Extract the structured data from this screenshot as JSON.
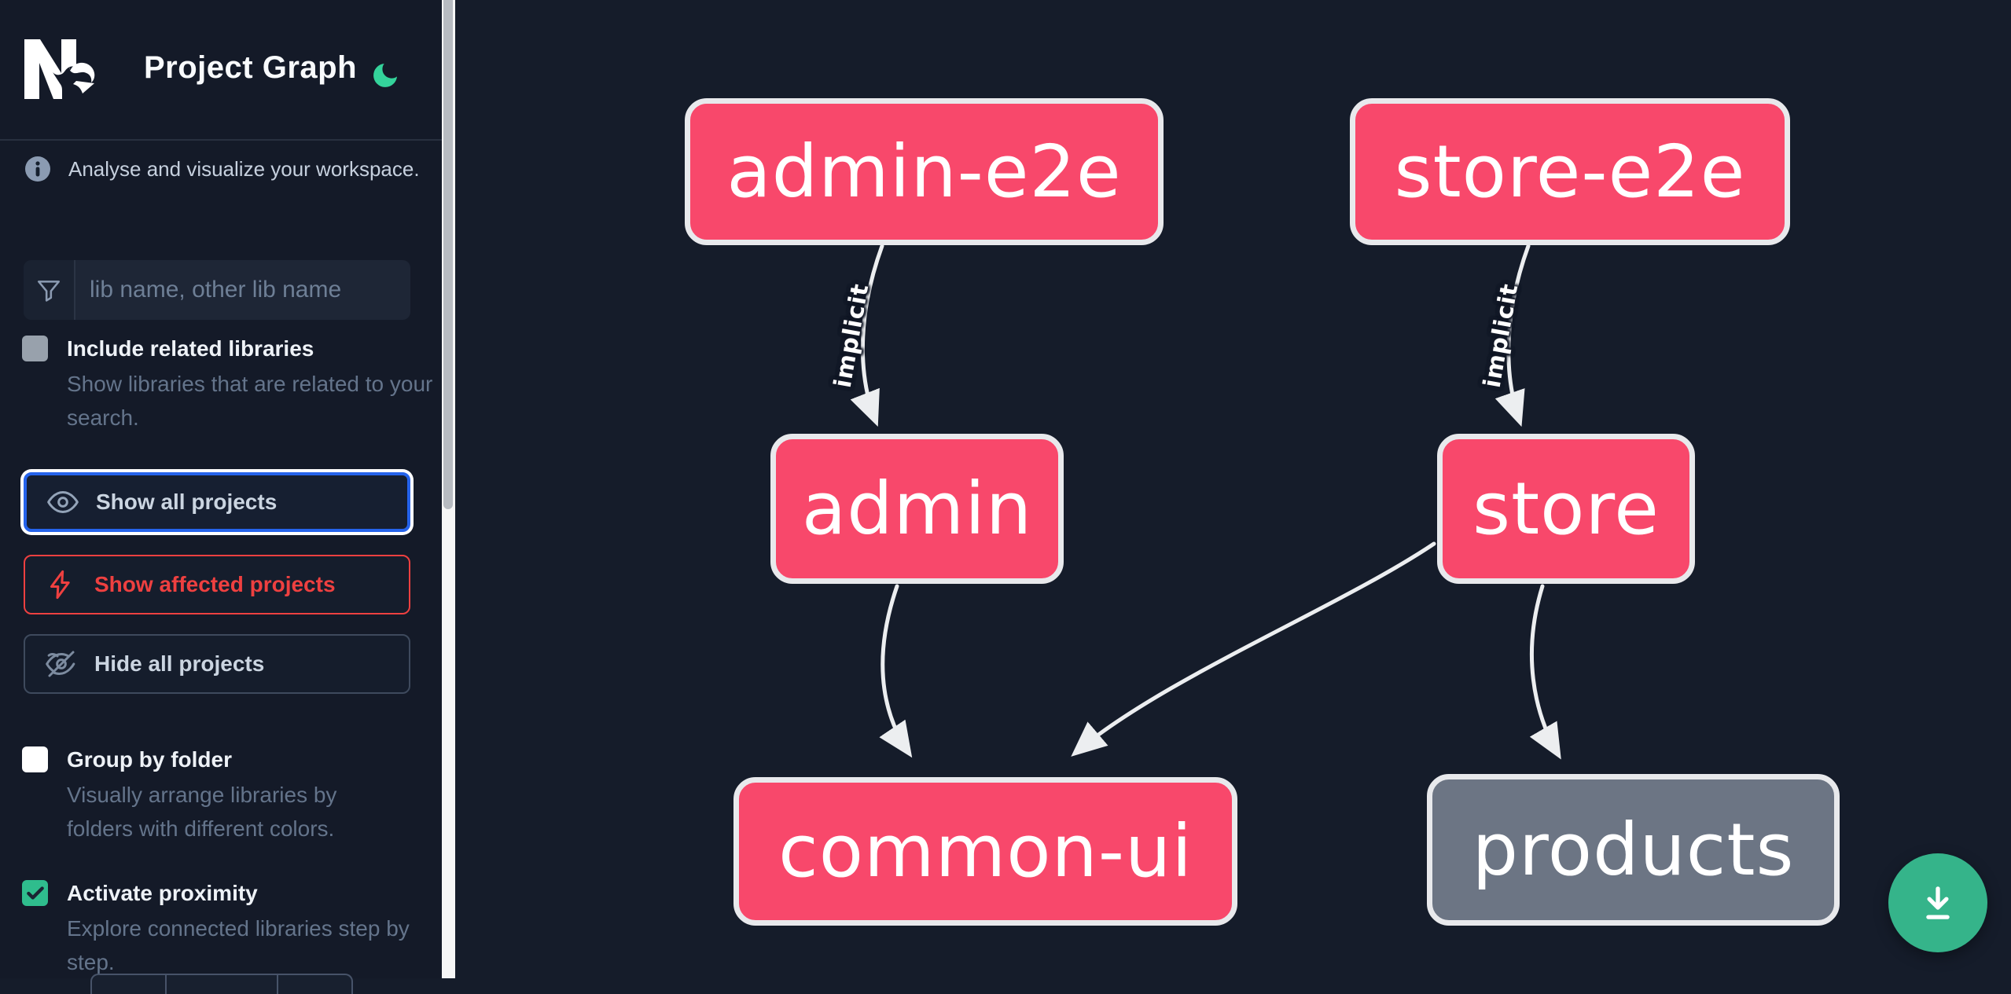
{
  "app": {
    "title": "Project Graph"
  },
  "header": {
    "logo_icon": "nx-logo",
    "theme_toggle_icon": "moon-icon",
    "theme_accent": "#34d39b"
  },
  "sidebar": {
    "tagline": "Analyse and visualize your workspace.",
    "search": {
      "placeholder": "lib name, other lib name",
      "icon": "funnel-icon",
      "value": ""
    },
    "include_related": {
      "label": "Include related libraries",
      "description": "Show libraries that are related to your search.",
      "checked": false
    },
    "actions": [
      {
        "label": "Show all projects",
        "icon": "eye-icon",
        "state": "focused",
        "accent": "#2563eb"
      },
      {
        "label": "Show affected projects",
        "icon": "bolt-icon",
        "state": "normal",
        "accent": "#ee4040"
      },
      {
        "label": "Hide all projects",
        "icon": "eye-off-icon",
        "state": "normal",
        "accent": "#3e4a5d"
      }
    ],
    "group_by_folder": {
      "label": "Group by folder",
      "description": "Visually arrange libraries by folders with different colors.",
      "checked": false
    },
    "activate_proximity": {
      "label": "Activate proximity",
      "description": "Explore connected libraries step by step.",
      "checked": true
    }
  },
  "graph": {
    "nodes": [
      {
        "id": "admin-e2e",
        "label": "admin-e2e",
        "kind": "affected"
      },
      {
        "id": "store-e2e",
        "label": "store-e2e",
        "kind": "affected"
      },
      {
        "id": "admin",
        "label": "admin",
        "kind": "affected"
      },
      {
        "id": "store",
        "label": "store",
        "kind": "affected"
      },
      {
        "id": "common-ui",
        "label": "common-ui",
        "kind": "affected"
      },
      {
        "id": "products",
        "label": "products",
        "kind": "default"
      }
    ],
    "edges": [
      {
        "source": "admin-e2e",
        "target": "admin",
        "label": "implicit"
      },
      {
        "source": "store-e2e",
        "target": "store",
        "label": "implicit"
      },
      {
        "source": "admin",
        "target": "common-ui",
        "label": ""
      },
      {
        "source": "store",
        "target": "common-ui",
        "label": ""
      },
      {
        "source": "store",
        "target": "products",
        "label": ""
      }
    ],
    "colors": {
      "affected_node": "#f8486b",
      "default_node": "#6c7584",
      "node_border": "#e8e9ec",
      "edge": "#eceef0"
    }
  },
  "fab": {
    "icon": "download-icon",
    "color": "#35b48a"
  }
}
